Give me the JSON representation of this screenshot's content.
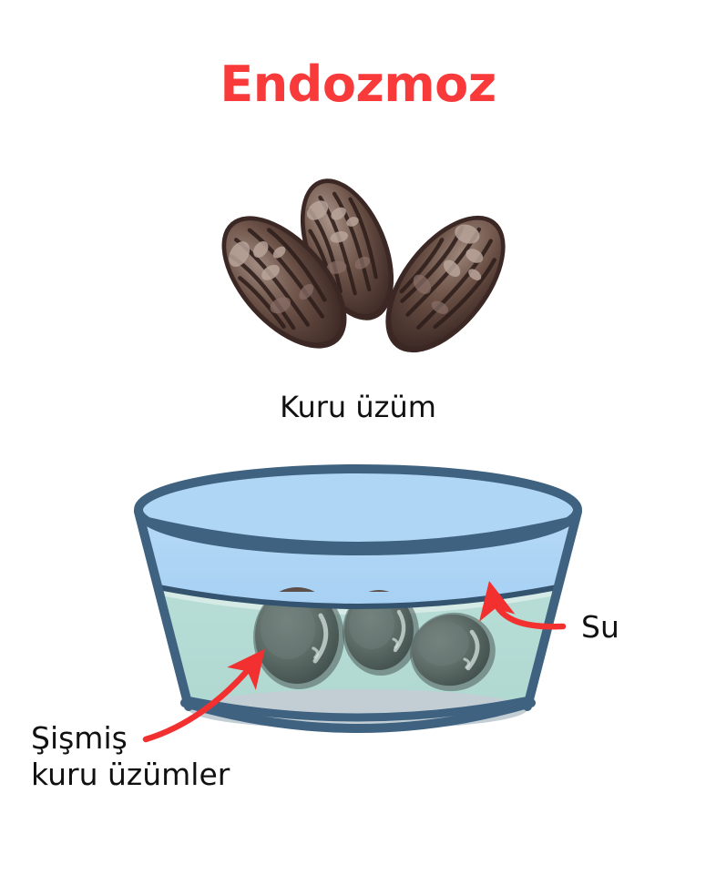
{
  "figure": {
    "title": "Endozmoz",
    "background_color": "#ffffff",
    "title_color": "#F93A3A",
    "text_color": "#111111",
    "arrow_color": "#F23030",
    "bowl_outline_color": "#3E6280",
    "water_upper_color": "#AFD6F5",
    "water_surface_color": "#D6EAE6",
    "water_body_color": "#B5DBD4",
    "bowl_base_color": "#C3CED4",
    "raisin_dark_color": "#3B2723",
    "raisin_mid_color": "#6B5048",
    "raisin_light_color": "#9D8076",
    "raisin_highlight_color": "#C3AEA3",
    "soaked_raisin_color": "#5C6B68",
    "soaked_raisin_dark_color": "#47534F"
  },
  "labels": {
    "dry_raisins": "Kuru üzüm",
    "water": "Su",
    "swollen_line1": "Şişmiş",
    "swollen_line2": "kuru üzümler"
  },
  "annotations": {
    "water_arrow_name": "arrow-to-water-surface",
    "swollen_arrow_name": "arrow-to-swollen-raisin"
  },
  "objects": {
    "dry_raisins_count": 3,
    "soaked_raisins_count": 3,
    "container": "bowl"
  }
}
